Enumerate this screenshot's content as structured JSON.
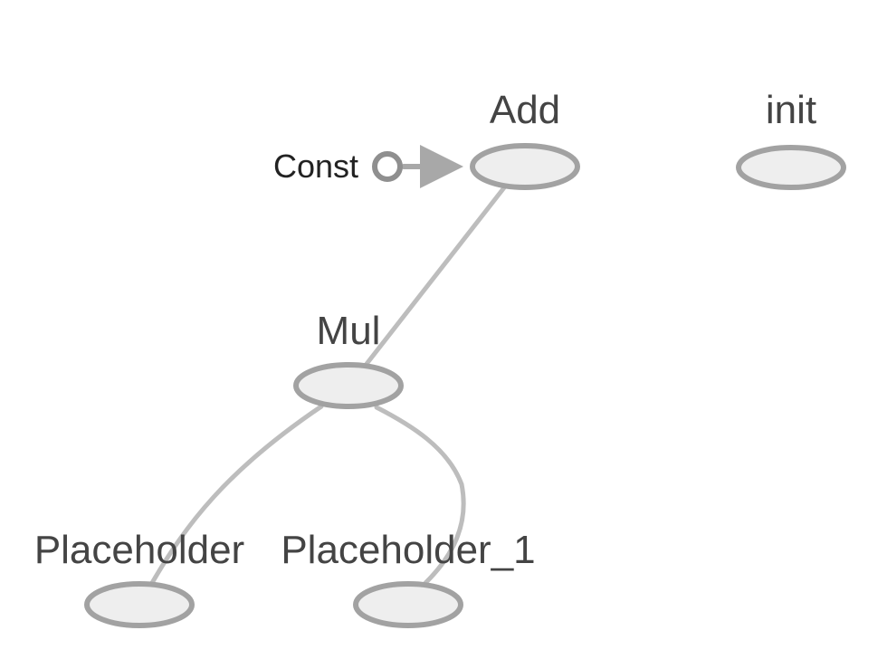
{
  "graph": {
    "nodes": [
      {
        "id": "add",
        "label": "Add"
      },
      {
        "id": "init",
        "label": "init"
      },
      {
        "id": "mul",
        "label": "Mul"
      },
      {
        "id": "placeholder",
        "label": "Placeholder"
      },
      {
        "id": "placeholder_1",
        "label": "Placeholder_1"
      }
    ],
    "constants": [
      {
        "id": "const",
        "label": "Const",
        "target": "add"
      }
    ],
    "edges": [
      {
        "from": "mul",
        "to": "add"
      },
      {
        "from": "placeholder",
        "to": "mul"
      },
      {
        "from": "placeholder_1",
        "to": "mul"
      }
    ]
  }
}
